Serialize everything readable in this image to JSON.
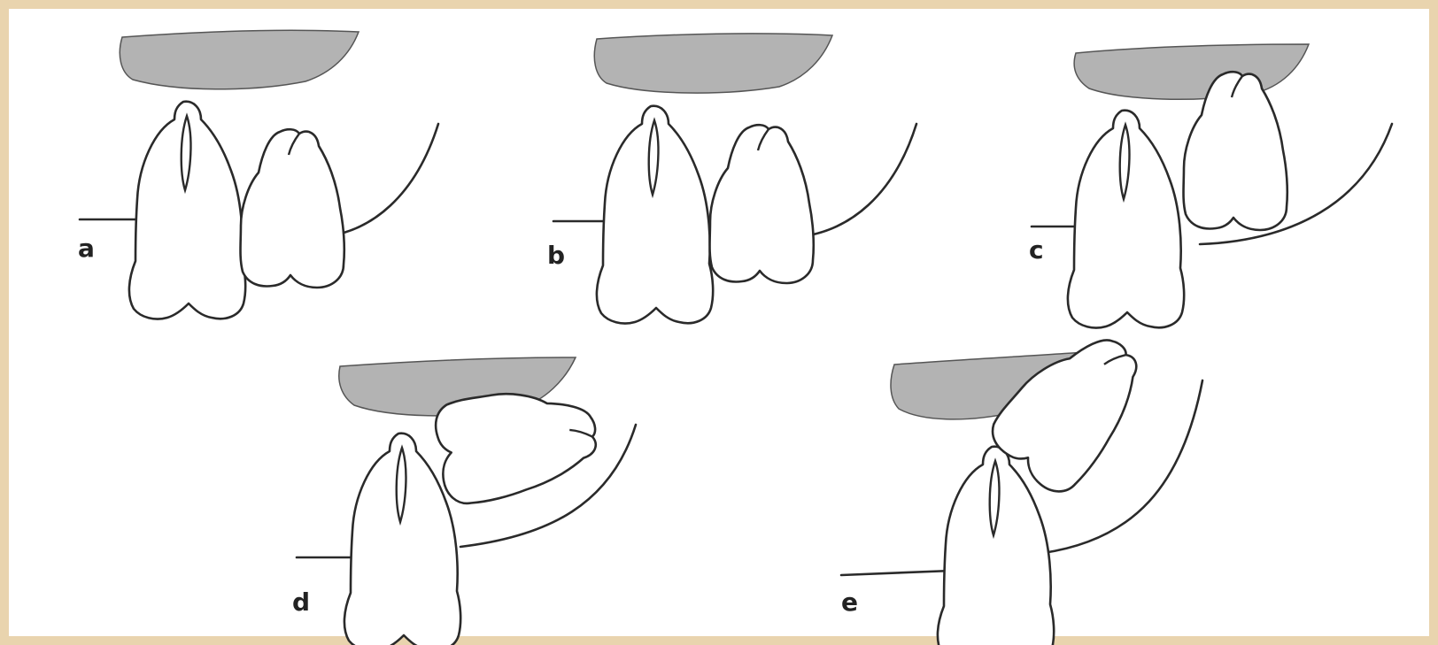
{
  "figure": {
    "panels": [
      {
        "id": "a",
        "label": "a"
      },
      {
        "id": "b",
        "label": "b"
      },
      {
        "id": "c",
        "label": "c"
      },
      {
        "id": "d",
        "label": "d"
      },
      {
        "id": "e",
        "label": "e"
      }
    ]
  },
  "colors": {
    "frame": "#e9d4ae",
    "background": "#ffffff",
    "adjacent_crown": "#b3b3b3",
    "outline": "#2a2a2a"
  }
}
